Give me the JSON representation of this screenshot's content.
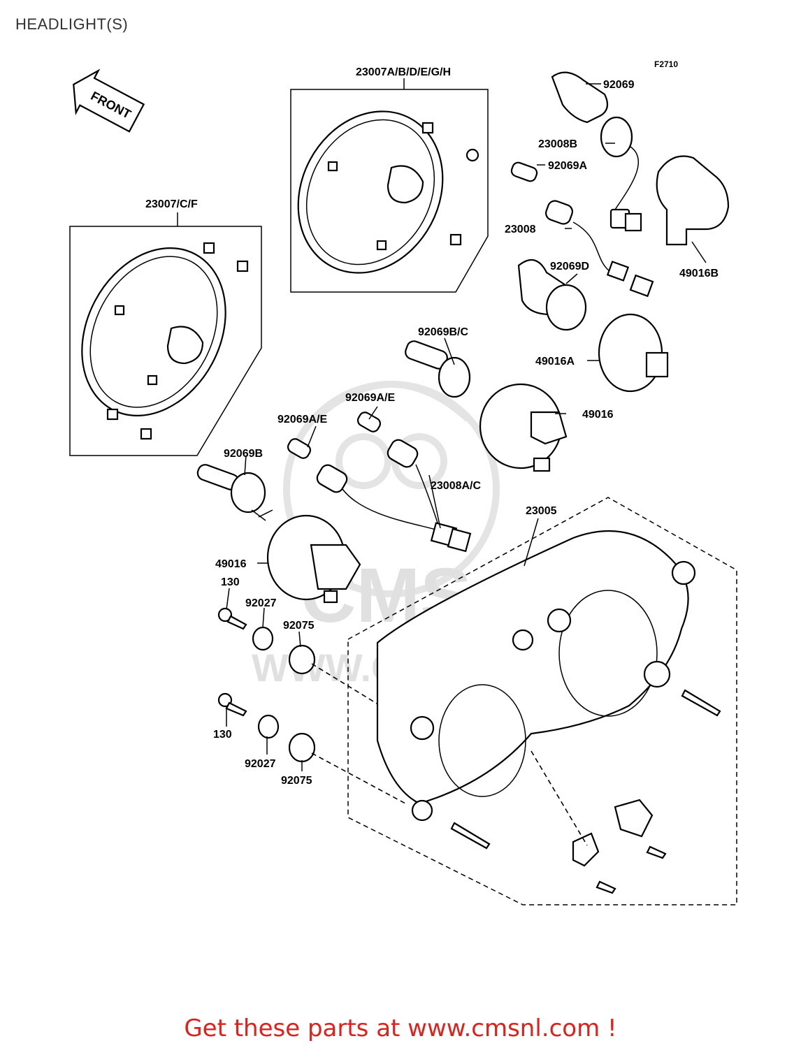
{
  "header": {
    "title": "HEADLIGHT(S)"
  },
  "figure_code": "F2710",
  "front_arrow": "FRONT",
  "watermark": {
    "brand": "CMS",
    "url": "WWW.CMSNL.COM"
  },
  "parts": {
    "p23007abdegh": "23007A/B/D/E/G/H",
    "p23007cf": "23007/C/F",
    "p92069": "92069",
    "p23008b": "23008B",
    "p92069a": "92069A",
    "p23008": "23008",
    "p49016b": "49016B",
    "p92069d": "92069D",
    "p92069bc": "92069B/C",
    "p49016a": "49016A",
    "p92069ae_1": "92069A/E",
    "p92069ae_2": "92069A/E",
    "p49016_1": "49016",
    "p92069b": "92069B",
    "p23008ac": "23008A/C",
    "p23005": "23005",
    "p49016_2": "49016",
    "p130_1": "130",
    "p92027_1": "92027",
    "p92075_1": "92075",
    "p130_2": "130",
    "p92027_2": "92027",
    "p92075_2": "92075"
  },
  "footer": {
    "cta": "Get these parts at www.cmsnl.com !"
  }
}
